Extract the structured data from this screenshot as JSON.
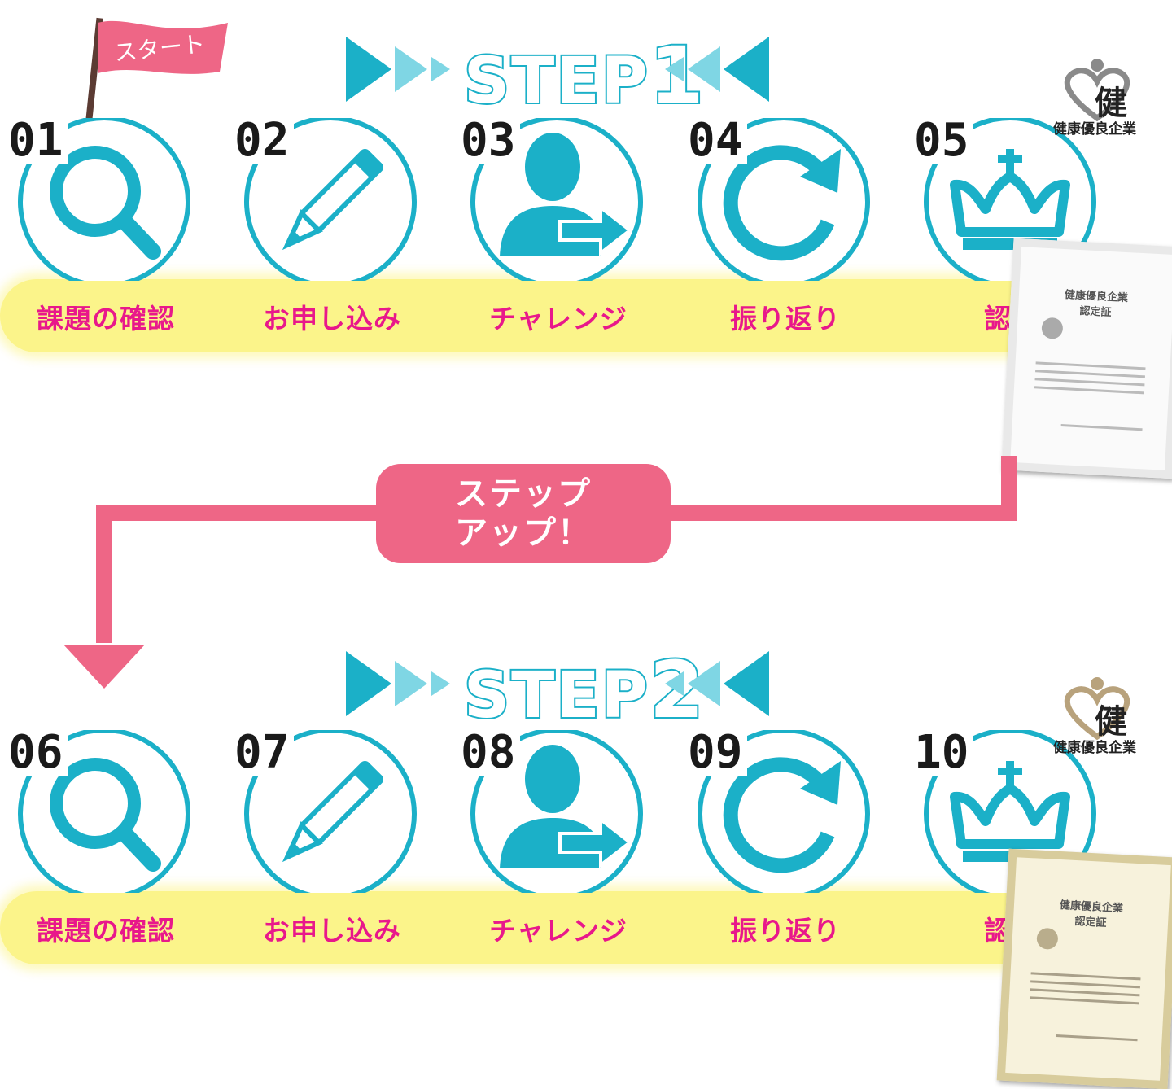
{
  "start_flag": {
    "label": "スタート"
  },
  "step1": {
    "word": "STEP",
    "digit": "1",
    "items": [
      {
        "number": "01",
        "label": "課題の確認",
        "icon": "magnifier-icon"
      },
      {
        "number": "02",
        "label": "お申し込み",
        "icon": "pencil-icon"
      },
      {
        "number": "03",
        "label": "チャレンジ",
        "icon": "person-arrow-icon"
      },
      {
        "number": "04",
        "label": "振り返り",
        "icon": "refresh-icon"
      },
      {
        "number": "05",
        "label": "認定",
        "icon": "crown-icon"
      }
    ],
    "badge": {
      "kanji": "健",
      "caption": "健康優良企業",
      "color": "#8a8a8a"
    },
    "certificate": {
      "title": "健康優良企業\n認定証"
    }
  },
  "transition": {
    "line1": "ステップ",
    "line2": "アップ！"
  },
  "step2": {
    "word": "STEP",
    "digit": "2",
    "items": [
      {
        "number": "06",
        "label": "課題の確認",
        "icon": "magnifier-icon"
      },
      {
        "number": "07",
        "label": "お申し込み",
        "icon": "pencil-icon"
      },
      {
        "number": "08",
        "label": "チャレンジ",
        "icon": "person-arrow-icon"
      },
      {
        "number": "09",
        "label": "振り返り",
        "icon": "refresh-icon"
      },
      {
        "number": "10",
        "label": "認定",
        "icon": "crown-icon"
      }
    ],
    "badge": {
      "kanji": "健",
      "caption": "健康優良企業",
      "color": "#b8a27c"
    },
    "certificate": {
      "title": "健康優良企業\n認定証"
    }
  },
  "colors": {
    "teal": "#1bb0c8",
    "light_teal": "#7fd6e4",
    "pink": "#ee6686",
    "label": "#e8188b",
    "band": "#fbf48a"
  }
}
